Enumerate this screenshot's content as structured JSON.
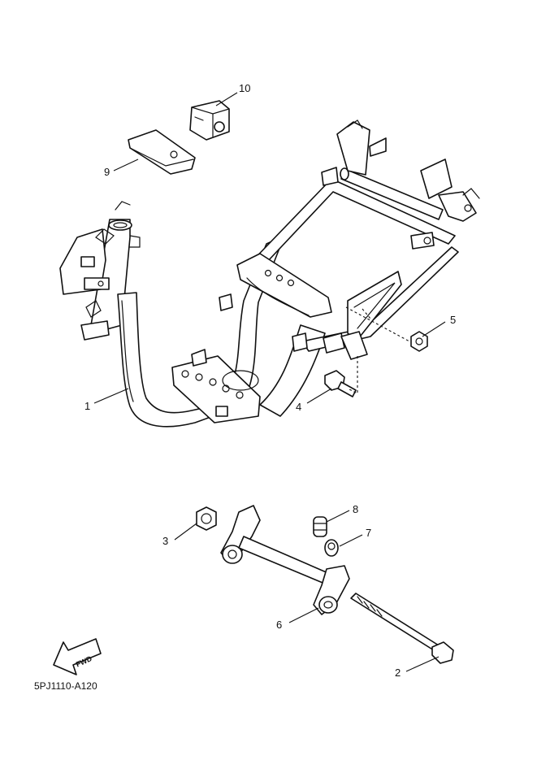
{
  "drawing_code": "5PJ1110-A120",
  "fwd_label": "FWD",
  "parts": [
    {
      "no": "1",
      "icon": "main-frame"
    },
    {
      "no": "2",
      "icon": "bolt"
    },
    {
      "no": "3",
      "icon": "nut"
    },
    {
      "no": "4",
      "icon": "bolt"
    },
    {
      "no": "5",
      "icon": "nut"
    },
    {
      "no": "6",
      "icon": "engine-bracket"
    },
    {
      "no": "7",
      "icon": "collar"
    },
    {
      "no": "8",
      "icon": "bushing"
    },
    {
      "no": "9",
      "icon": "pad"
    },
    {
      "no": "10",
      "icon": "damper"
    }
  ]
}
